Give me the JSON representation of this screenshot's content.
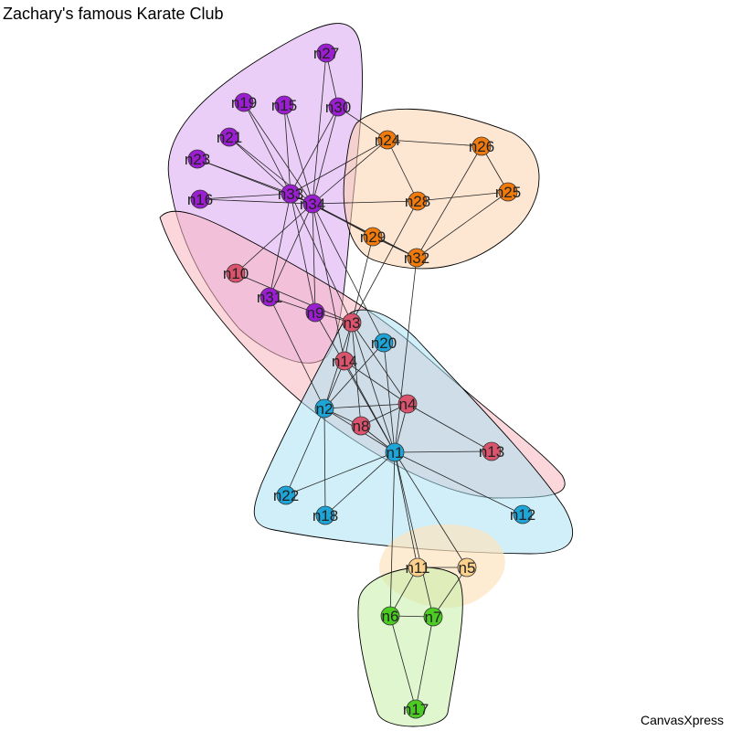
{
  "title": "Zachary's famous Karate Club",
  "brand": "CanvasXpress",
  "colors": {
    "purple": "#9b1fd1",
    "orange": "#f07a0c",
    "red": "#d9546c",
    "blue": "#1ea4d6",
    "peach": "#fbd18c",
    "green": "#4ccc22"
  },
  "groups": [
    {
      "name": "purple",
      "fill": "#dba6f3",
      "stroke": "#000000"
    },
    {
      "name": "orange",
      "fill": "#fbd1ad",
      "stroke": "#000000"
    },
    {
      "name": "red",
      "fill": "#f7b6bf",
      "stroke": "#000000"
    },
    {
      "name": "blue",
      "fill": "#a9e1f3",
      "stroke": "#000000"
    },
    {
      "name": "peach",
      "fill": "#fde4bf",
      "stroke": "none"
    },
    {
      "name": "green",
      "fill": "#c5eea7",
      "stroke": "#000000"
    }
  ],
  "nodes": [
    {
      "id": "n1",
      "label": "n1",
      "group": "blue"
    },
    {
      "id": "n2",
      "label": "n2",
      "group": "blue"
    },
    {
      "id": "n3",
      "label": "n3",
      "group": "red"
    },
    {
      "id": "n4",
      "label": "n4",
      "group": "red"
    },
    {
      "id": "n5",
      "label": "n5",
      "group": "peach"
    },
    {
      "id": "n6",
      "label": "n6",
      "group": "green"
    },
    {
      "id": "n7",
      "label": "n7",
      "group": "green"
    },
    {
      "id": "n8",
      "label": "n8",
      "group": "red"
    },
    {
      "id": "n9",
      "label": "n9",
      "group": "purple"
    },
    {
      "id": "n10",
      "label": "n10",
      "group": "red"
    },
    {
      "id": "n11",
      "label": "n11",
      "group": "peach"
    },
    {
      "id": "n12",
      "label": "n12",
      "group": "blue"
    },
    {
      "id": "n13",
      "label": "n13",
      "group": "red"
    },
    {
      "id": "n14",
      "label": "n14",
      "group": "red"
    },
    {
      "id": "n15",
      "label": "n15",
      "group": "purple"
    },
    {
      "id": "n16",
      "label": "n16",
      "group": "purple"
    },
    {
      "id": "n17",
      "label": "n17",
      "group": "green"
    },
    {
      "id": "n18",
      "label": "n18",
      "group": "blue"
    },
    {
      "id": "n19",
      "label": "n19",
      "group": "purple"
    },
    {
      "id": "n20",
      "label": "n20",
      "group": "blue"
    },
    {
      "id": "n21",
      "label": "n21",
      "group": "purple"
    },
    {
      "id": "n22",
      "label": "n22",
      "group": "blue"
    },
    {
      "id": "n23",
      "label": "n23",
      "group": "purple"
    },
    {
      "id": "n24",
      "label": "n24",
      "group": "orange"
    },
    {
      "id": "n25",
      "label": "n25",
      "group": "orange"
    },
    {
      "id": "n26",
      "label": "n26",
      "group": "orange"
    },
    {
      "id": "n27",
      "label": "n27",
      "group": "purple"
    },
    {
      "id": "n28",
      "label": "n28",
      "group": "orange"
    },
    {
      "id": "n29",
      "label": "n29",
      "group": "orange"
    },
    {
      "id": "n30",
      "label": "n30",
      "group": "purple"
    },
    {
      "id": "n31",
      "label": "n31",
      "group": "purple"
    },
    {
      "id": "n32",
      "label": "n32",
      "group": "orange"
    },
    {
      "id": "n33",
      "label": "n33",
      "group": "purple"
    },
    {
      "id": "n34",
      "label": "n34",
      "group": "purple"
    }
  ],
  "edges": [
    [
      "n1",
      "n2"
    ],
    [
      "n1",
      "n3"
    ],
    [
      "n1",
      "n4"
    ],
    [
      "n1",
      "n5"
    ],
    [
      "n1",
      "n6"
    ],
    [
      "n1",
      "n7"
    ],
    [
      "n1",
      "n8"
    ],
    [
      "n1",
      "n9"
    ],
    [
      "n1",
      "n11"
    ],
    [
      "n1",
      "n12"
    ],
    [
      "n1",
      "n13"
    ],
    [
      "n1",
      "n14"
    ],
    [
      "n1",
      "n18"
    ],
    [
      "n1",
      "n20"
    ],
    [
      "n1",
      "n22"
    ],
    [
      "n1",
      "n32"
    ],
    [
      "n2",
      "n3"
    ],
    [
      "n2",
      "n4"
    ],
    [
      "n2",
      "n8"
    ],
    [
      "n2",
      "n14"
    ],
    [
      "n2",
      "n18"
    ],
    [
      "n2",
      "n20"
    ],
    [
      "n2",
      "n22"
    ],
    [
      "n2",
      "n31"
    ],
    [
      "n3",
      "n4"
    ],
    [
      "n3",
      "n8"
    ],
    [
      "n3",
      "n9"
    ],
    [
      "n3",
      "n10"
    ],
    [
      "n3",
      "n14"
    ],
    [
      "n3",
      "n28"
    ],
    [
      "n3",
      "n29"
    ],
    [
      "n3",
      "n33"
    ],
    [
      "n4",
      "n8"
    ],
    [
      "n4",
      "n13"
    ],
    [
      "n4",
      "n14"
    ],
    [
      "n5",
      "n7"
    ],
    [
      "n5",
      "n11"
    ],
    [
      "n6",
      "n7"
    ],
    [
      "n6",
      "n11"
    ],
    [
      "n6",
      "n17"
    ],
    [
      "n7",
      "n17"
    ],
    [
      "n9",
      "n31"
    ],
    [
      "n9",
      "n33"
    ],
    [
      "n9",
      "n34"
    ],
    [
      "n10",
      "n34"
    ],
    [
      "n14",
      "n34"
    ],
    [
      "n15",
      "n33"
    ],
    [
      "n15",
      "n34"
    ],
    [
      "n16",
      "n33"
    ],
    [
      "n16",
      "n34"
    ],
    [
      "n19",
      "n33"
    ],
    [
      "n19",
      "n34"
    ],
    [
      "n20",
      "n34"
    ],
    [
      "n21",
      "n33"
    ],
    [
      "n21",
      "n34"
    ],
    [
      "n23",
      "n33"
    ],
    [
      "n23",
      "n34"
    ],
    [
      "n24",
      "n26"
    ],
    [
      "n24",
      "n28"
    ],
    [
      "n24",
      "n30"
    ],
    [
      "n24",
      "n33"
    ],
    [
      "n24",
      "n34"
    ],
    [
      "n25",
      "n26"
    ],
    [
      "n25",
      "n28"
    ],
    [
      "n25",
      "n32"
    ],
    [
      "n26",
      "n32"
    ],
    [
      "n27",
      "n30"
    ],
    [
      "n27",
      "n34"
    ],
    [
      "n28",
      "n34"
    ],
    [
      "n29",
      "n32"
    ],
    [
      "n29",
      "n34"
    ],
    [
      "n30",
      "n33"
    ],
    [
      "n30",
      "n34"
    ],
    [
      "n31",
      "n33"
    ],
    [
      "n31",
      "n34"
    ],
    [
      "n32",
      "n33"
    ],
    [
      "n32",
      "n34"
    ],
    [
      "n33",
      "n34"
    ]
  ]
}
